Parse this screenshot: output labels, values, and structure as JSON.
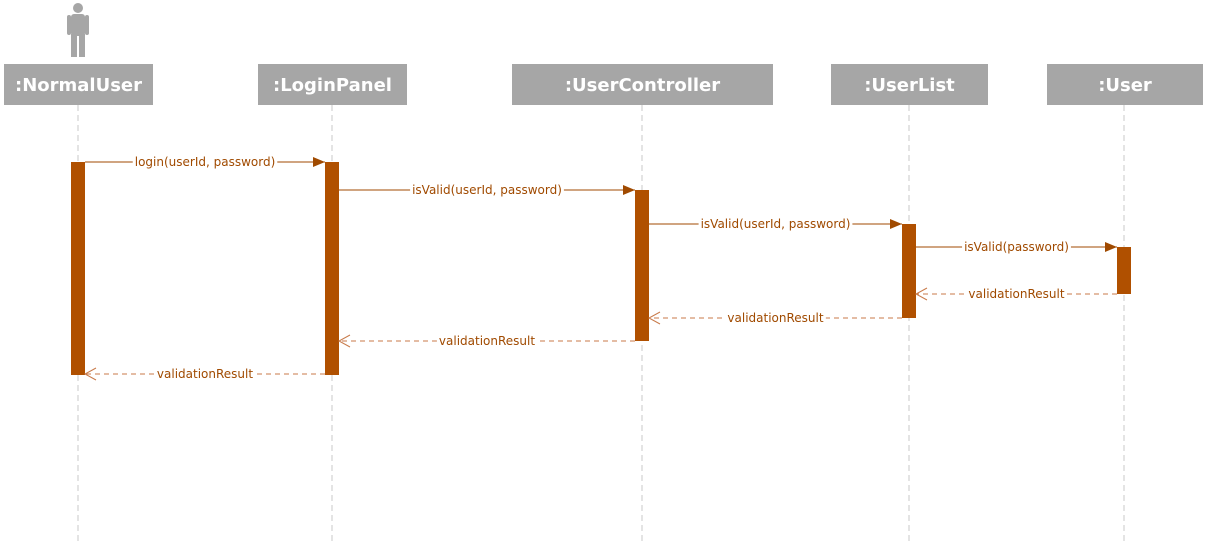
{
  "colors": {
    "lifeline_header": "#a6a6a6",
    "activation": "#b05000",
    "message": "#a04a00",
    "return_message": "#c87a4a"
  },
  "actor": {
    "icon": "person-icon",
    "lifeline": "normal_user"
  },
  "lifelines": [
    {
      "id": "normal_user",
      "name": ":NormalUser"
    },
    {
      "id": "login_panel",
      "name": ":LoginPanel"
    },
    {
      "id": "user_controller",
      "name": ":UserController"
    },
    {
      "id": "user_list",
      "name": ":UserList"
    },
    {
      "id": "user",
      "name": ":User"
    }
  ],
  "activations": [
    {
      "lifeline": "normal_user",
      "from_message": 0,
      "to_message": 7
    },
    {
      "lifeline": "login_panel",
      "from_message": 0,
      "to_message": 7
    },
    {
      "lifeline": "user_controller",
      "from_message": 1,
      "to_message": 6
    },
    {
      "lifeline": "user_list",
      "from_message": 2,
      "to_message": 5
    },
    {
      "lifeline": "user",
      "from_message": 3,
      "to_message": 4
    }
  ],
  "messages": [
    {
      "from": "normal_user",
      "to": "login_panel",
      "label": "login(userId, password)",
      "kind": "call"
    },
    {
      "from": "login_panel",
      "to": "user_controller",
      "label": "isValid(userId, password)",
      "kind": "call"
    },
    {
      "from": "user_controller",
      "to": "user_list",
      "label": "isValid(userId, password)",
      "kind": "call"
    },
    {
      "from": "user_list",
      "to": "user",
      "label": "isValid(password)",
      "kind": "call"
    },
    {
      "from": "user",
      "to": "user_list",
      "label": "validationResult",
      "kind": "return"
    },
    {
      "from": "user_list",
      "to": "user_controller",
      "label": "validationResult",
      "kind": "return"
    },
    {
      "from": "user_controller",
      "to": "login_panel",
      "label": "validationResult",
      "kind": "return"
    },
    {
      "from": "login_panel",
      "to": "normal_user",
      "label": "validationResult",
      "kind": "return"
    }
  ]
}
